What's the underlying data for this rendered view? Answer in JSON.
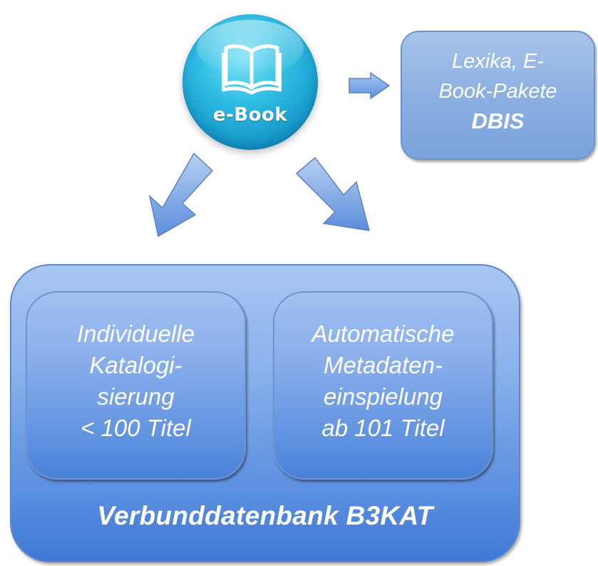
{
  "ebook": {
    "label": "e-Book",
    "icon": "open-book-icon",
    "color": "#1aa6d6"
  },
  "dbis_box": {
    "lines": [
      "Lexika, E-",
      "Book-Pakete"
    ],
    "bold": "DBIS"
  },
  "b3kat": {
    "title": "Verbunddatenbank B3KAT",
    "left": {
      "lines": [
        "Individuelle",
        "Katalogi-",
        "sierung",
        "< 100 Titel"
      ]
    },
    "right": {
      "lines": [
        "Automatische",
        "Metadaten-",
        "einspielung",
        "ab 101 Titel"
      ]
    }
  },
  "colors": {
    "arrow": "#6f9be0",
    "box": "#8cb0e2",
    "circle": "#1596c8"
  }
}
